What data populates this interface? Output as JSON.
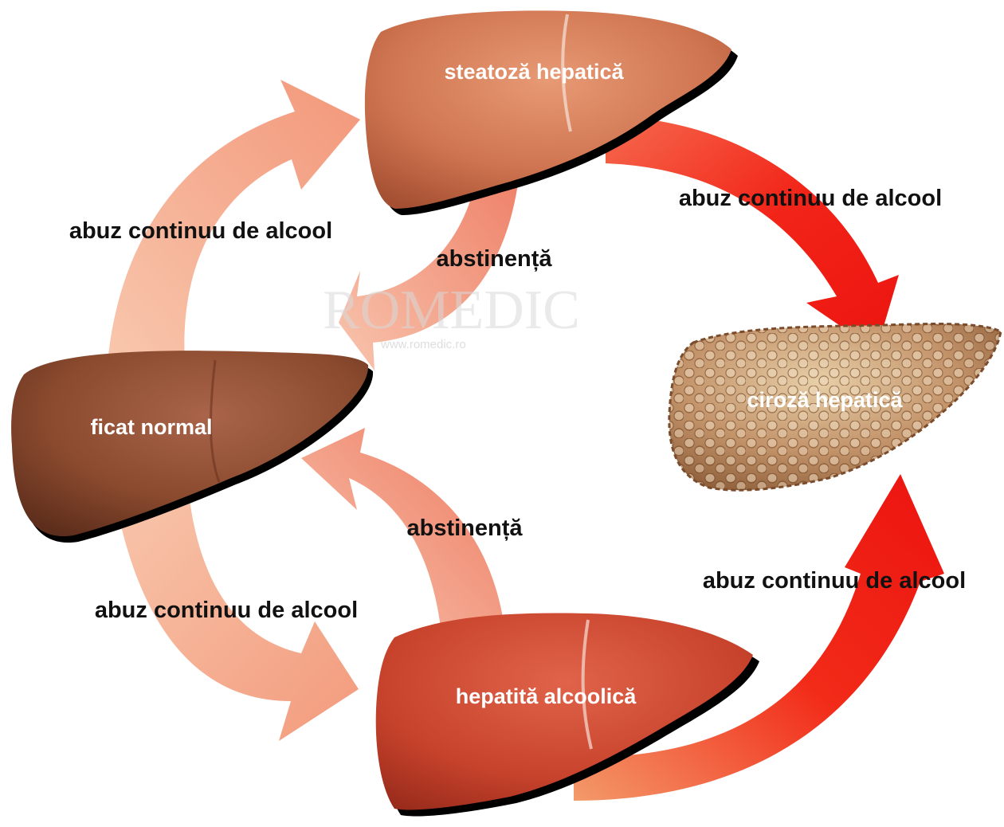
{
  "nodes": {
    "normal": {
      "label": "ficat normal"
    },
    "steatosis": {
      "label": "steatoză hepatică"
    },
    "hepatitis": {
      "label": "hepatită alcoolică"
    },
    "cirrhosis": {
      "label": "ciroză hepatică"
    }
  },
  "edges": {
    "normal_to_steatosis": {
      "label": "abuz continuu de alcool"
    },
    "steatosis_to_normal": {
      "label": "abstinență"
    },
    "steatosis_to_cirrhosis": {
      "label": "abuz continuu de alcool"
    },
    "normal_to_hepatitis": {
      "label": "abuz continuu de alcool"
    },
    "hepatitis_to_normal": {
      "label": "abstinență"
    },
    "hepatitis_to_cirrhosis": {
      "label": "abuz continuu de alcool"
    }
  },
  "watermark": {
    "brand": "ROMEDIC",
    "url": "www.romedic.ro"
  },
  "colors": {
    "arrow_light": "#f4a98c",
    "arrow_red": "#f01c10",
    "liver_normal": "#8a4a2e",
    "liver_steatosis": "#cf7450",
    "liver_hepatitis": "#c8432c",
    "liver_cirrhosis": "#b07e55"
  }
}
